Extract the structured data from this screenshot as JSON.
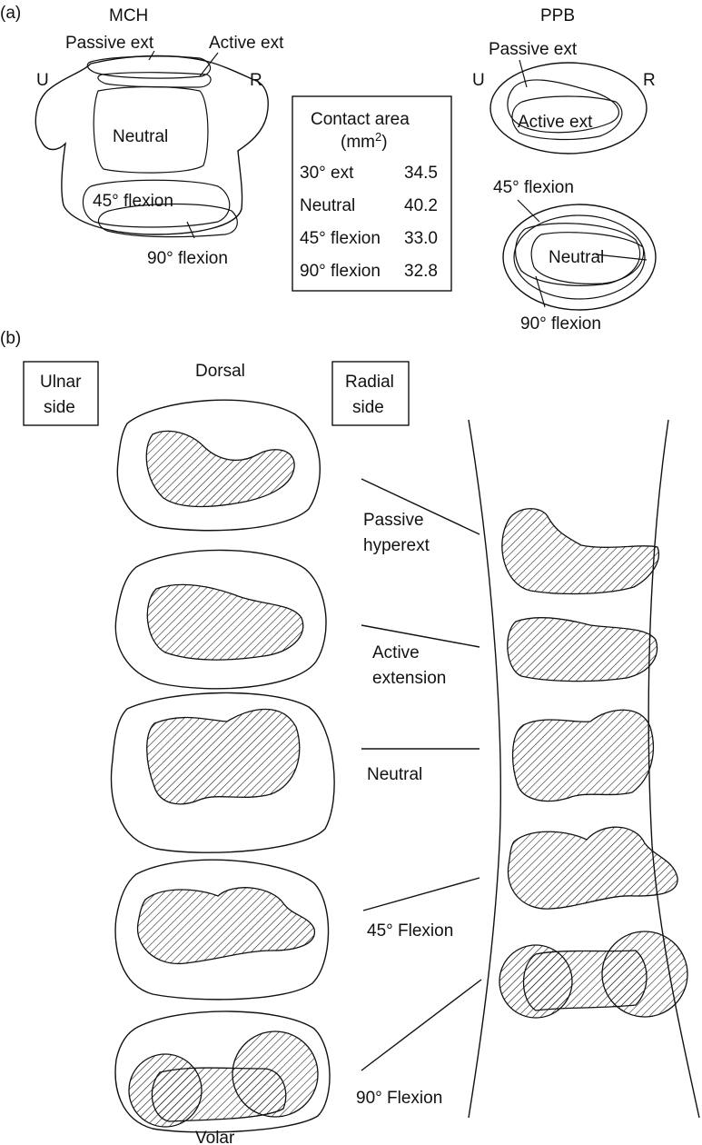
{
  "panel_a": {
    "label": "(a)",
    "mch": {
      "title": "MCH",
      "ulnar_letter": "U",
      "radial_letter": "R",
      "passive_ext": "Passive ext",
      "active_ext": "Active ext",
      "neutral": "Neutral",
      "flexion_45": "45° flexion",
      "flexion_90": "90° flexion"
    },
    "ppb": {
      "title": "PPB",
      "ulnar_letter": "U",
      "radial_letter": "R",
      "passive_ext": "Passive ext",
      "active_ext": "Active ext",
      "flexion_45": "45° flexion",
      "neutral": "Neutral",
      "flexion_90": "90° flexion"
    },
    "contact_table": {
      "title_line1": "Contact area",
      "title_unit": "(mm",
      "title_sup": "2",
      "title_close": ")",
      "rows": [
        {
          "position": "30° ext",
          "area": "34.5"
        },
        {
          "position": "Neutral",
          "area": "40.2"
        },
        {
          "position": "45° flexion",
          "area": "33.0"
        },
        {
          "position": "90° flexion",
          "area": "32.8"
        }
      ]
    }
  },
  "panel_b": {
    "label": "(b)",
    "ulnar_box": [
      "Ulnar",
      "side"
    ],
    "radial_box": [
      "Radial",
      "side"
    ],
    "dorsal": "Dorsal",
    "volar": "Volar",
    "positions": [
      {
        "lines": [
          "Passive",
          "hyperext"
        ]
      },
      {
        "lines": [
          "Active",
          "extension"
        ]
      },
      {
        "lines": [
          "Neutral"
        ]
      },
      {
        "lines": [
          "45° Flexion"
        ]
      },
      {
        "lines": [
          "90° Flexion"
        ]
      }
    ]
  }
}
